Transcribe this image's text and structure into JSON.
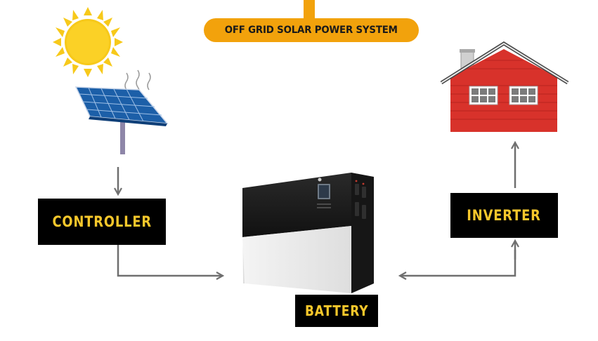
{
  "title": "OFF GRID SOLAR POWER SYSTEM",
  "nodes": {
    "controller": "CONTROLLER",
    "inverter": "INVERTER",
    "battery": "BATTERY"
  },
  "colors": {
    "banner": "#f2a20c",
    "label_background": "#000000",
    "label_text": "#f6c72b",
    "connector": "#6f6f6f",
    "sun": "#f7c91a",
    "house_wall": "#d8322b",
    "panel": "#1c5fa8"
  },
  "icons": [
    "sun-icon",
    "solar-panel-icon",
    "house-icon",
    "battery-unit-icon"
  ]
}
